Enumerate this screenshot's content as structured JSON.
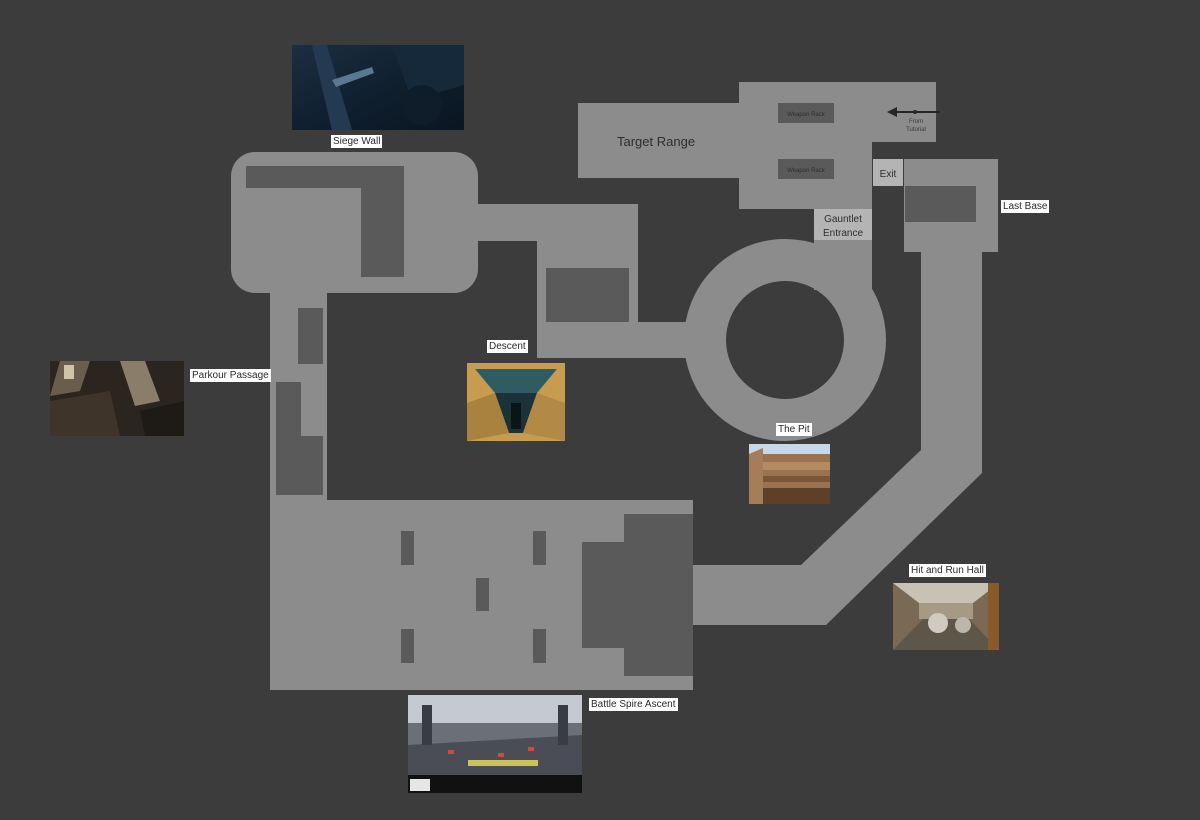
{
  "colors": {
    "background": "#3c3c3c",
    "floor": "#8c8c8c",
    "obstacle": "#5a5a5a",
    "label_bg": "#ffffff"
  },
  "rooms": {
    "target_range": "Target Range",
    "weapon_rack_1": "Weapon Rack",
    "weapon_rack_2": "Weapon Rack",
    "from_tutorial_line1": "From",
    "from_tutorial_line2": "Tutorial",
    "exit": "Exit",
    "gauntlet_line1": "Gauntlet",
    "gauntlet_line2": "Entrance"
  },
  "labels": {
    "siege_wall": "Siege Wall",
    "parkour_passage": "Parkour Passage",
    "descent": "Descent",
    "the_pit": "The Pit",
    "last_base": "Last Base",
    "hit_and_run_hall": "Hit and Run Hall",
    "battle_spire_ascent": "Battle Spire Ascent"
  },
  "icons": {
    "arrow": "arrow-left-icon"
  }
}
